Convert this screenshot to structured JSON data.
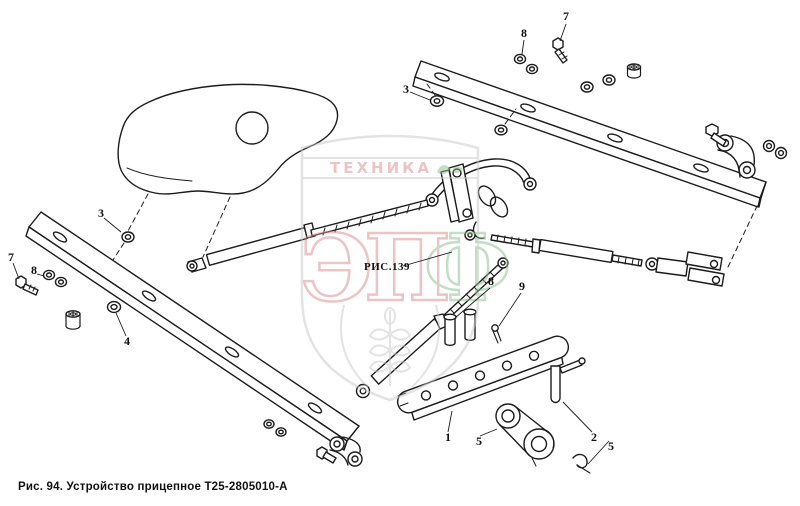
{
  "figure": {
    "caption": "Рис. 94. Устройство прицепное Т25-2805010-А",
    "reference_label": "РИС.139"
  },
  "watermark": {
    "band_text": "ТЕХНИКА",
    "letter_1": "Э",
    "letter_2": "П",
    "letter_3": "Ф"
  },
  "colors": {
    "line": "#1c1c1c",
    "watermark_gray": "#c8c8c8",
    "watermark_red": "#d98c8c",
    "watermark_green": "#8cba8c"
  },
  "callouts": [
    {
      "label": "7"
    },
    {
      "label": "8"
    },
    {
      "label": "3"
    },
    {
      "label": "3"
    },
    {
      "label": "7"
    },
    {
      "label": "8"
    },
    {
      "label": "4"
    },
    {
      "label": "8"
    },
    {
      "label": "9"
    },
    {
      "label": "1"
    },
    {
      "label": "5"
    },
    {
      "label": "2"
    },
    {
      "label": "5"
    }
  ]
}
